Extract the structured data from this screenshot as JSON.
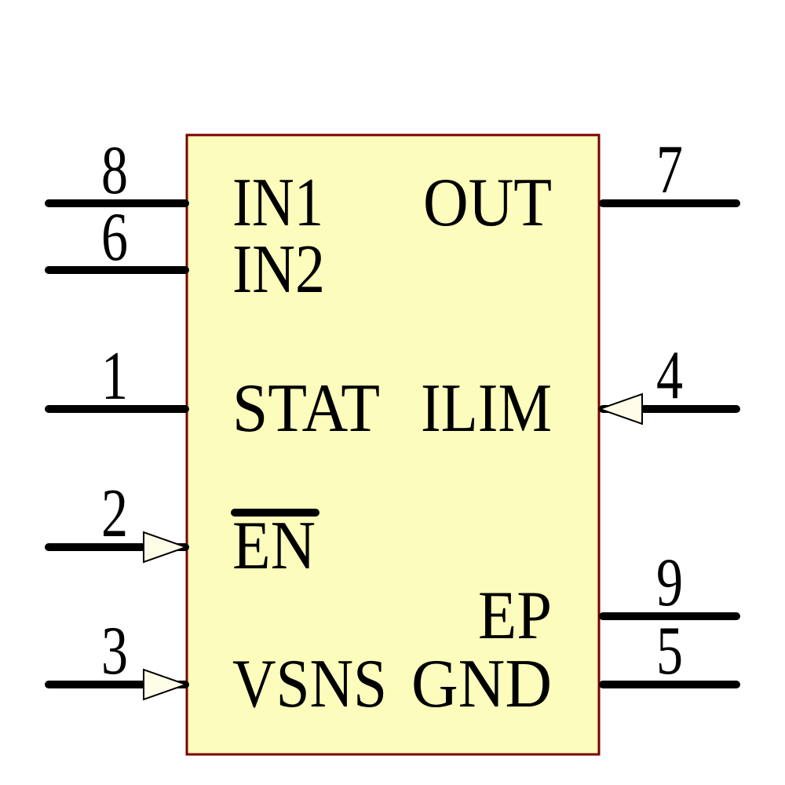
{
  "component": {
    "kind": "ic-schematic-symbol",
    "colors": {
      "background": "#FFFFFF",
      "body_fill": "#FCFCBC",
      "body_outline": "#7B0000",
      "arrow_fill": "#FFFDE8",
      "line_color": "#000000",
      "text_color": "#000000"
    },
    "pins": {
      "left": [
        {
          "number": "8",
          "label": "IN1",
          "arrow": false,
          "active_low": false
        },
        {
          "number": "6",
          "label": "IN2",
          "arrow": false,
          "active_low": false
        },
        {
          "number": "1",
          "label": "STAT",
          "arrow": false,
          "active_low": false
        },
        {
          "number": "2",
          "label": "EN",
          "arrow": true,
          "active_low": true
        },
        {
          "number": "3",
          "label": "VSNS",
          "arrow": true,
          "active_low": false
        }
      ],
      "right": [
        {
          "number": "7",
          "label": "OUT",
          "arrow": false,
          "active_low": false
        },
        {
          "number": "4",
          "label": "ILIM",
          "arrow": true,
          "active_low": false
        },
        {
          "number": "9",
          "label": "EP",
          "arrow": false,
          "active_low": false
        },
        {
          "number": "5",
          "label": "GND",
          "arrow": false,
          "active_low": false
        }
      ]
    }
  }
}
